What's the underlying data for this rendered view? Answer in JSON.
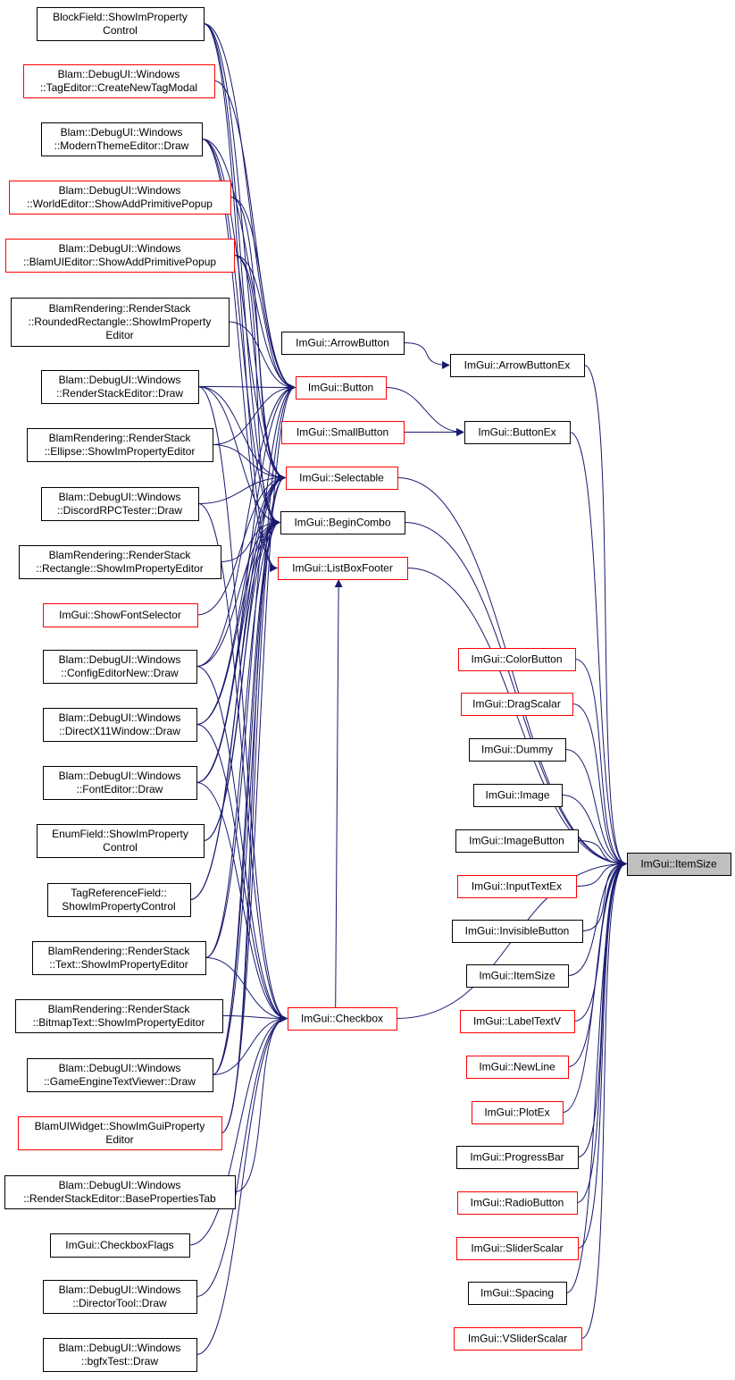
{
  "colors": {
    "edge": "#191970",
    "border_default": "#000000",
    "border_truncated": "#ff0000",
    "target_fill": "#bfbfbf"
  },
  "target": {
    "id": "ImGui__ItemSize_root",
    "lines": [
      "ImGui::ItemSize"
    ]
  },
  "nodes": [
    {
      "id": "BlockField_ShowImPropertyControl",
      "lines": [
        "BlockField::ShowImProperty",
        "Control"
      ],
      "border": "default"
    },
    {
      "id": "TagEditor_CreateNewTagModal",
      "lines": [
        "Blam::DebugUI::Windows",
        "::TagEditor::CreateNewTagModal"
      ],
      "border": "truncated"
    },
    {
      "id": "ModernThemeEditor_Draw",
      "lines": [
        "Blam::DebugUI::Windows",
        "::ModernThemeEditor::Draw"
      ],
      "border": "default"
    },
    {
      "id": "WorldEditor_ShowAddPrimitivePopup",
      "lines": [
        "Blam::DebugUI::Windows",
        "::WorldEditor::ShowAddPrimitivePopup"
      ],
      "border": "truncated"
    },
    {
      "id": "BlamUIEditor_ShowAddPrimitivePopup",
      "lines": [
        "Blam::DebugUI::Windows",
        "::BlamUIEditor::ShowAddPrimitivePopup"
      ],
      "border": "truncated"
    },
    {
      "id": "RoundedRectangle_ShowImPropertyEditor",
      "lines": [
        "BlamRendering::RenderStack",
        "::RoundedRectangle::ShowImProperty",
        "Editor"
      ],
      "border": "default"
    },
    {
      "id": "RenderStackEditor_Draw",
      "lines": [
        "Blam::DebugUI::Windows",
        "::RenderStackEditor::Draw"
      ],
      "border": "default"
    },
    {
      "id": "Ellipse_ShowImPropertyEditor",
      "lines": [
        "BlamRendering::RenderStack",
        "::Ellipse::ShowImPropertyEditor"
      ],
      "border": "default"
    },
    {
      "id": "DiscordRPCTester_Draw",
      "lines": [
        "Blam::DebugUI::Windows",
        "::DiscordRPCTester::Draw"
      ],
      "border": "default"
    },
    {
      "id": "Rectangle_ShowImPropertyEditor",
      "lines": [
        "BlamRendering::RenderStack",
        "::Rectangle::ShowImPropertyEditor"
      ],
      "border": "default"
    },
    {
      "id": "ShowFontSelector",
      "lines": [
        "ImGui::ShowFontSelector"
      ],
      "border": "truncated"
    },
    {
      "id": "ConfigEditorNew_Draw",
      "lines": [
        "Blam::DebugUI::Windows",
        "::ConfigEditorNew::Draw"
      ],
      "border": "default"
    },
    {
      "id": "DirectX11Window_Draw",
      "lines": [
        "Blam::DebugUI::Windows",
        "::DirectX11Window::Draw"
      ],
      "border": "default"
    },
    {
      "id": "FontEditor_Draw",
      "lines": [
        "Blam::DebugUI::Windows",
        "::FontEditor::Draw"
      ],
      "border": "default"
    },
    {
      "id": "EnumField_ShowImPropertyControl",
      "lines": [
        "EnumField::ShowImProperty",
        "Control"
      ],
      "border": "default"
    },
    {
      "id": "TagReferenceField_ShowImPropertyControl",
      "lines": [
        "TagReferenceField::",
        "ShowImPropertyControl"
      ],
      "border": "default"
    },
    {
      "id": "Text_ShowImPropertyEditor",
      "lines": [
        "BlamRendering::RenderStack",
        "::Text::ShowImPropertyEditor"
      ],
      "border": "default"
    },
    {
      "id": "BitmapText_ShowImPropertyEditor",
      "lines": [
        "BlamRendering::RenderStack",
        "::BitmapText::ShowImPropertyEditor"
      ],
      "border": "default"
    },
    {
      "id": "GameEngineTextViewer_Draw",
      "lines": [
        "Blam::DebugUI::Windows",
        "::GameEngineTextViewer::Draw"
      ],
      "border": "default"
    },
    {
      "id": "BlamUIWidget_ShowImGuiPropertyEditor",
      "lines": [
        "BlamUIWidget::ShowImGuiProperty",
        "Editor"
      ],
      "border": "truncated"
    },
    {
      "id": "RenderStackEditor_BasePropertiesTab",
      "lines": [
        "Blam::DebugUI::Windows",
        "::RenderStackEditor::BasePropertiesTab"
      ],
      "border": "default"
    },
    {
      "id": "CheckboxFlags",
      "lines": [
        "ImGui::CheckboxFlags"
      ],
      "border": "default"
    },
    {
      "id": "DirectorTool_Draw",
      "lines": [
        "Blam::DebugUI::Windows",
        "::DirectorTool::Draw"
      ],
      "border": "default"
    },
    {
      "id": "bgfxTest_Draw",
      "lines": [
        "Blam::DebugUI::Windows",
        "::bgfxTest::Draw"
      ],
      "border": "default"
    },
    {
      "id": "ArrowButton",
      "lines": [
        "ImGui::ArrowButton"
      ],
      "border": "default"
    },
    {
      "id": "Button",
      "lines": [
        "ImGui::Button"
      ],
      "border": "truncated"
    },
    {
      "id": "SmallButton",
      "lines": [
        "ImGui::SmallButton"
      ],
      "border": "truncated"
    },
    {
      "id": "Selectable",
      "lines": [
        "ImGui::Selectable"
      ],
      "border": "truncated"
    },
    {
      "id": "BeginCombo",
      "lines": [
        "ImGui::BeginCombo"
      ],
      "border": "default"
    },
    {
      "id": "ListBoxFooter",
      "lines": [
        "ImGui::ListBoxFooter"
      ],
      "border": "truncated"
    },
    {
      "id": "Checkbox",
      "lines": [
        "ImGui::Checkbox"
      ],
      "border": "truncated"
    },
    {
      "id": "ArrowButtonEx",
      "lines": [
        "ImGui::ArrowButtonEx"
      ],
      "border": "default"
    },
    {
      "id": "ButtonEx",
      "lines": [
        "ImGui::ButtonEx"
      ],
      "border": "default"
    },
    {
      "id": "ColorButton",
      "lines": [
        "ImGui::ColorButton"
      ],
      "border": "truncated"
    },
    {
      "id": "DragScalar",
      "lines": [
        "ImGui::DragScalar"
      ],
      "border": "truncated"
    },
    {
      "id": "Dummy",
      "lines": [
        "ImGui::Dummy"
      ],
      "border": "default"
    },
    {
      "id": "Image",
      "lines": [
        "ImGui::Image"
      ],
      "border": "default"
    },
    {
      "id": "ImageButton",
      "lines": [
        "ImGui::ImageButton"
      ],
      "border": "default"
    },
    {
      "id": "InputTextEx",
      "lines": [
        "ImGui::InputTextEx"
      ],
      "border": "truncated"
    },
    {
      "id": "InvisibleButton",
      "lines": [
        "ImGui::InvisibleButton"
      ],
      "border": "default"
    },
    {
      "id": "ItemSize_overload",
      "lines": [
        "ImGui::ItemSize"
      ],
      "border": "default"
    },
    {
      "id": "LabelTextV",
      "lines": [
        "ImGui::LabelTextV"
      ],
      "border": "truncated"
    },
    {
      "id": "NewLine",
      "lines": [
        "ImGui::NewLine"
      ],
      "border": "truncated"
    },
    {
      "id": "PlotEx",
      "lines": [
        "ImGui::PlotEx"
      ],
      "border": "truncated"
    },
    {
      "id": "ProgressBar",
      "lines": [
        "ImGui::ProgressBar"
      ],
      "border": "default"
    },
    {
      "id": "RadioButton",
      "lines": [
        "ImGui::RadioButton"
      ],
      "border": "truncated"
    },
    {
      "id": "SliderScalar",
      "lines": [
        "ImGui::SliderScalar"
      ],
      "border": "truncated"
    },
    {
      "id": "Spacing",
      "lines": [
        "ImGui::Spacing"
      ],
      "border": "default"
    },
    {
      "id": "VSliderScalar",
      "lines": [
        "ImGui::VSliderScalar"
      ],
      "border": "truncated"
    }
  ],
  "edges": [
    [
      "ArrowButton",
      "ArrowButtonEx"
    ],
    [
      "Button",
      "ButtonEx"
    ],
    [
      "SmallButton",
      "ButtonEx"
    ],
    [
      "ArrowButtonEx",
      "ItemSize_root"
    ],
    [
      "ButtonEx",
      "ItemSize_root"
    ],
    [
      "Selectable",
      "ItemSize_root"
    ],
    [
      "BeginCombo",
      "ItemSize_root"
    ],
    [
      "ListBoxFooter",
      "ItemSize_root"
    ],
    [
      "Checkbox",
      "ItemSize_root"
    ],
    [
      "ColorButton",
      "ItemSize_root"
    ],
    [
      "DragScalar",
      "ItemSize_root"
    ],
    [
      "Dummy",
      "ItemSize_root"
    ],
    [
      "Image",
      "ItemSize_root"
    ],
    [
      "ImageButton",
      "ItemSize_root"
    ],
    [
      "InputTextEx",
      "ItemSize_root"
    ],
    [
      "InvisibleButton",
      "ItemSize_root"
    ],
    [
      "ItemSize_overload",
      "ItemSize_root"
    ],
    [
      "LabelTextV",
      "ItemSize_root"
    ],
    [
      "NewLine",
      "ItemSize_root"
    ],
    [
      "PlotEx",
      "ItemSize_root"
    ],
    [
      "ProgressBar",
      "ItemSize_root"
    ],
    [
      "RadioButton",
      "ItemSize_root"
    ],
    [
      "SliderScalar",
      "ItemSize_root"
    ],
    [
      "Spacing",
      "ItemSize_root"
    ],
    [
      "VSliderScalar",
      "ItemSize_root"
    ],
    [
      "Checkbox",
      "ListBoxFooter"
    ],
    [
      "BlockField_ShowImPropertyControl",
      "Button"
    ],
    [
      "TagEditor_CreateNewTagModal",
      "Button"
    ],
    [
      "ModernThemeEditor_Draw",
      "Button"
    ],
    [
      "WorldEditor_ShowAddPrimitivePopup",
      "Button"
    ],
    [
      "BlamUIEditor_ShowAddPrimitivePopup",
      "Button"
    ],
    [
      "RoundedRectangle_ShowImPropertyEditor",
      "Button"
    ],
    [
      "RenderStackEditor_Draw",
      "Button"
    ],
    [
      "Ellipse_ShowImPropertyEditor",
      "Button"
    ],
    [
      "ConfigEditorNew_Draw",
      "Button"
    ],
    [
      "FontEditor_Draw",
      "Button"
    ],
    [
      "Text_ShowImPropertyEditor",
      "Button"
    ],
    [
      "GameEngineTextViewer_Draw",
      "Button"
    ],
    [
      "BlamUIWidget_ShowImGuiPropertyEditor",
      "Button"
    ],
    [
      "BlockField_ShowImPropertyControl",
      "Selectable"
    ],
    [
      "ModernThemeEditor_Draw",
      "Selectable"
    ],
    [
      "WorldEditor_ShowAddPrimitivePopup",
      "Selectable"
    ],
    [
      "BlamUIEditor_ShowAddPrimitivePopup",
      "Selectable"
    ],
    [
      "RenderStackEditor_Draw",
      "Selectable"
    ],
    [
      "Ellipse_ShowImPropertyEditor",
      "Selectable"
    ],
    [
      "DiscordRPCTester_Draw",
      "Selectable"
    ],
    [
      "ShowFontSelector",
      "Selectable"
    ],
    [
      "DirectX11Window_Draw",
      "Selectable"
    ],
    [
      "FontEditor_Draw",
      "Selectable"
    ],
    [
      "EnumField_ShowImPropertyControl",
      "Selectable"
    ],
    [
      "TagReferenceField_ShowImPropertyControl",
      "Selectable"
    ],
    [
      "GameEngineTextViewer_Draw",
      "Selectable"
    ],
    [
      "BlamUIWidget_ShowImGuiPropertyEditor",
      "Selectable"
    ],
    [
      "BlockField_ShowImPropertyControl",
      "BeginCombo"
    ],
    [
      "ModernThemeEditor_Draw",
      "BeginCombo"
    ],
    [
      "BlamUIEditor_ShowAddPrimitivePopup",
      "BeginCombo"
    ],
    [
      "RenderStackEditor_Draw",
      "BeginCombo"
    ],
    [
      "Rectangle_ShowImPropertyEditor",
      "BeginCombo"
    ],
    [
      "ConfigEditorNew_Draw",
      "BeginCombo"
    ],
    [
      "DirectX11Window_Draw",
      "BeginCombo"
    ],
    [
      "FontEditor_Draw",
      "BeginCombo"
    ],
    [
      "EnumField_ShowImPropertyControl",
      "BeginCombo"
    ],
    [
      "TagReferenceField_ShowImPropertyControl",
      "BeginCombo"
    ],
    [
      "Text_ShowImPropertyEditor",
      "BeginCombo"
    ],
    [
      "GameEngineTextViewer_Draw",
      "BeginCombo"
    ],
    [
      "BlamUIWidget_ShowImGuiPropertyEditor",
      "BeginCombo"
    ],
    [
      "BlockField_ShowImPropertyControl",
      "ListBoxFooter"
    ],
    [
      "ModernThemeEditor_Draw",
      "ListBoxFooter"
    ],
    [
      "RenderStackEditor_Draw",
      "Checkbox"
    ],
    [
      "DiscordRPCTester_Draw",
      "Checkbox"
    ],
    [
      "ConfigEditorNew_Draw",
      "Checkbox"
    ],
    [
      "DirectX11Window_Draw",
      "Checkbox"
    ],
    [
      "FontEditor_Draw",
      "Checkbox"
    ],
    [
      "Text_ShowImPropertyEditor",
      "Checkbox"
    ],
    [
      "BitmapText_ShowImPropertyEditor",
      "Checkbox"
    ],
    [
      "GameEngineTextViewer_Draw",
      "Checkbox"
    ],
    [
      "RenderStackEditor_BasePropertiesTab",
      "Checkbox"
    ],
    [
      "CheckboxFlags",
      "Checkbox"
    ],
    [
      "DirectorTool_Draw",
      "Checkbox"
    ],
    [
      "bgfxTest_Draw",
      "Checkbox"
    ]
  ]
}
